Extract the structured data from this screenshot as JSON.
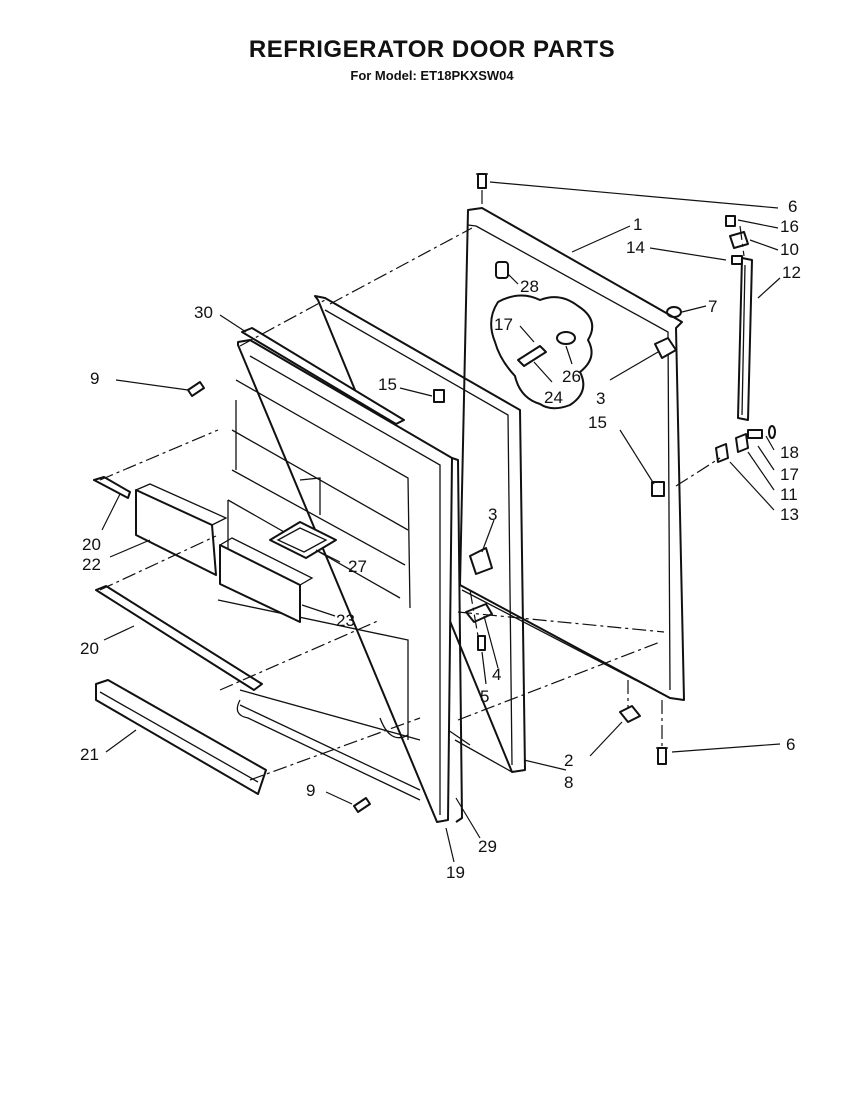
{
  "header": {
    "title": "REFRIGERATOR DOOR PARTS",
    "subtitle": "For Model: ET18PKXSW04"
  },
  "callouts": {
    "c1": "1",
    "c2": "2",
    "c3a": "3",
    "c3b": "3",
    "c4": "4",
    "c5": "5",
    "c6a": "6",
    "c6b": "6",
    "c7": "7",
    "c8": "8",
    "c9a": "9",
    "c9b": "9",
    "c10": "10",
    "c11": "11",
    "c12": "12",
    "c13": "13",
    "c14": "14",
    "c15a": "15",
    "c15b": "15",
    "c16": "16",
    "c17a": "17",
    "c17b": "17",
    "c18": "18",
    "c19": "19",
    "c20a": "20",
    "c20b": "20",
    "c21": "21",
    "c22": "22",
    "c23": "23",
    "c24": "24",
    "c26": "26",
    "c27": "27",
    "c28": "28",
    "c29": "29",
    "c30": "30"
  }
}
